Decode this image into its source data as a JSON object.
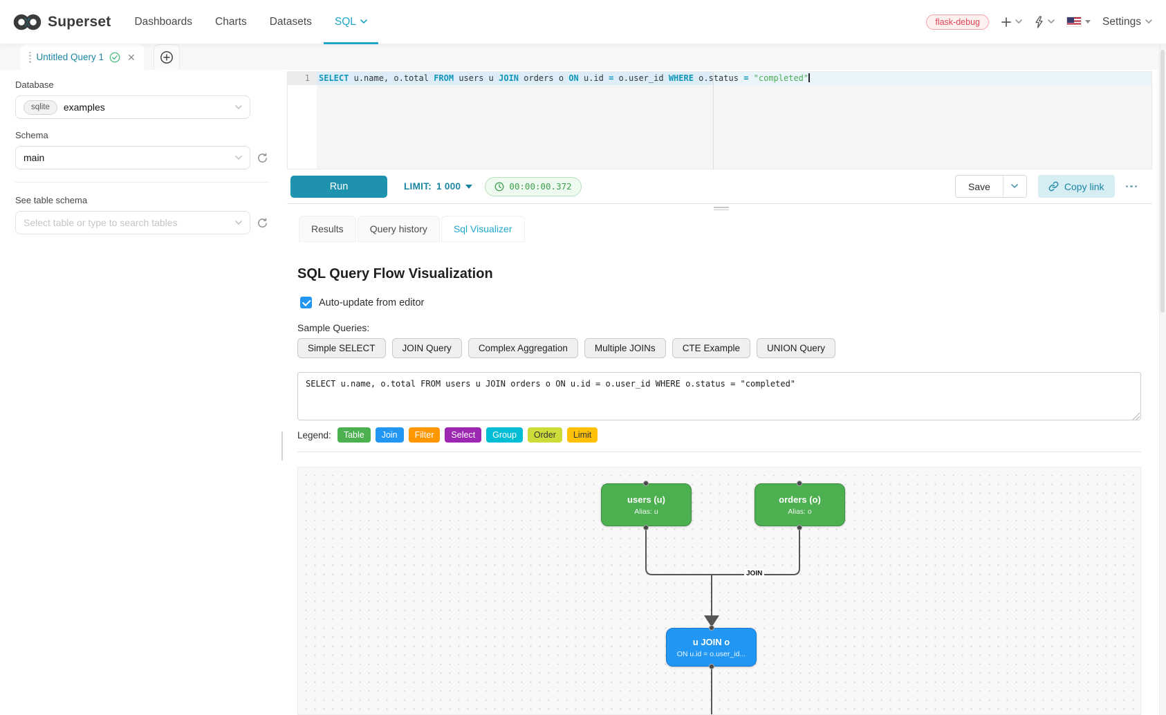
{
  "navbar": {
    "brand": "Superset",
    "menu": [
      {
        "label": "Dashboards"
      },
      {
        "label": "Charts"
      },
      {
        "label": "Datasets"
      },
      {
        "label": "SQL"
      }
    ],
    "env_badge": "flask-debug",
    "settings_label": "Settings"
  },
  "query_tabs": {
    "active_tab_title": "Untitled Query 1"
  },
  "sidebar": {
    "database_label": "Database",
    "database_engine_badge": "sqlite",
    "database_value": "examples",
    "schema_label": "Schema",
    "schema_value": "main",
    "table_section_label": "See table schema",
    "table_placeholder": "Select table or type to search tables"
  },
  "editor": {
    "line_number": "1",
    "sql_tokens": [
      {
        "text": "SELECT",
        "type": "kw"
      },
      {
        "text": " u.name, o.total ",
        "type": "plain"
      },
      {
        "text": "FROM",
        "type": "kw"
      },
      {
        "text": " users u ",
        "type": "plain"
      },
      {
        "text": "JOIN",
        "type": "kw"
      },
      {
        "text": " orders o ",
        "type": "plain"
      },
      {
        "text": "ON",
        "type": "kw"
      },
      {
        "text": " u.id ",
        "type": "plain"
      },
      {
        "text": "=",
        "type": "kw"
      },
      {
        "text": " o.user_id ",
        "type": "plain"
      },
      {
        "text": "WHERE",
        "type": "kw"
      },
      {
        "text": " o.status ",
        "type": "plain"
      },
      {
        "text": "=",
        "type": "kw"
      },
      {
        "text": " ",
        "type": "plain"
      },
      {
        "text": "\"completed\"",
        "type": "str"
      }
    ]
  },
  "toolbar": {
    "run_label": "Run",
    "limit_label": "LIMIT:",
    "limit_value": "1 000",
    "timer_value": "00:00:00.372",
    "save_label": "Save",
    "copy_link_label": "Copy link"
  },
  "result_tabs": [
    {
      "label": "Results"
    },
    {
      "label": "Query history"
    },
    {
      "label": "Sql Visualizer"
    }
  ],
  "visualizer": {
    "title": "SQL Query Flow Visualization",
    "auto_update_label": "Auto-update from editor",
    "auto_update_checked": true,
    "sample_queries_label": "Sample Queries:",
    "sample_queries": [
      {
        "label": "Simple SELECT"
      },
      {
        "label": "JOIN Query"
      },
      {
        "label": "Complex Aggregation"
      },
      {
        "label": "Multiple JOINs"
      },
      {
        "label": "CTE Example"
      },
      {
        "label": "UNION Query"
      }
    ],
    "query_input": "SELECT u.name, o.total FROM users u JOIN orders o ON u.id = o.user_id WHERE o.status = \"completed\"",
    "legend_label": "Legend:",
    "legend": [
      {
        "label": "Table",
        "bg": "#4caf50",
        "fg": "#ffffff"
      },
      {
        "label": "Join",
        "bg": "#2196f3",
        "fg": "#ffffff"
      },
      {
        "label": "Filter",
        "bg": "#ff9800",
        "fg": "#ffffff"
      },
      {
        "label": "Select",
        "bg": "#9c27b0",
        "fg": "#ffffff"
      },
      {
        "label": "Group",
        "bg": "#00bcd4",
        "fg": "#ffffff"
      },
      {
        "label": "Order",
        "bg": "#cddc39",
        "fg": "#333333"
      },
      {
        "label": "Limit",
        "bg": "#ffc107",
        "fg": "#333333"
      }
    ],
    "flow": {
      "nodes": [
        {
          "title": "users (u)",
          "subtitle": "Alias: u",
          "bg": "#4caf50",
          "border": "#3d8b40"
        },
        {
          "title": "orders (o)",
          "subtitle": "Alias: o",
          "bg": "#4caf50",
          "border": "#3d8b40"
        },
        {
          "title": "u JOIN o",
          "subtitle": "ON u.id = o.user_id...",
          "bg": "#2196f3",
          "border": "#1976d2"
        }
      ],
      "edge_label": "JOIN"
    }
  },
  "colors": {
    "brand": "#20a7c9",
    "run_button": "#1f93ad",
    "timer_green": "#3f9e4e"
  }
}
